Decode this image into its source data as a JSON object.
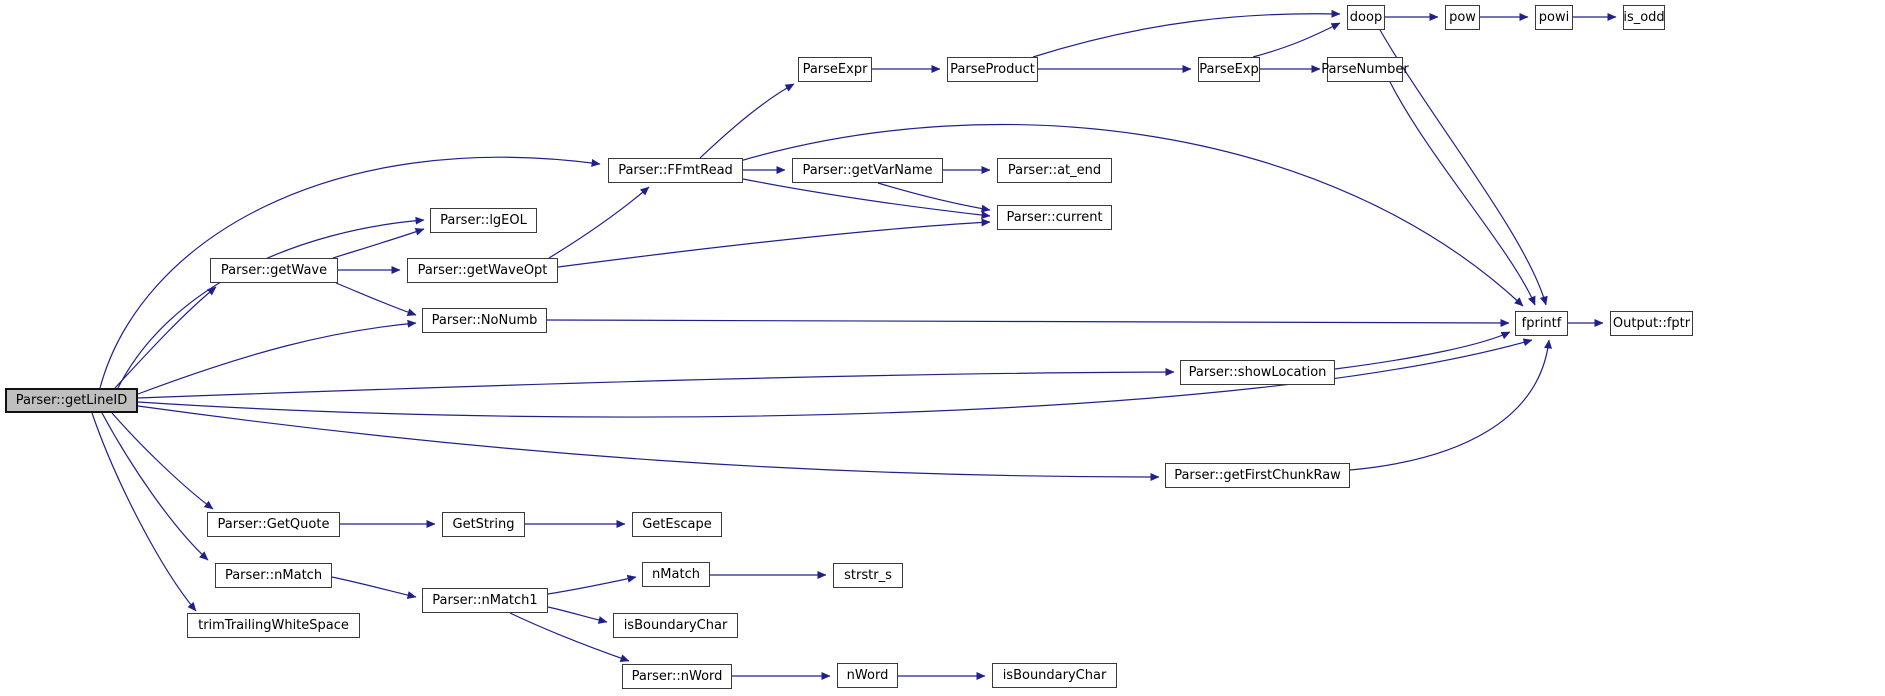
{
  "diagram": {
    "type": "call-graph",
    "root": "Parser::getLineID",
    "colors": {
      "edge": "#20208d",
      "node_border": "#3a3a3a",
      "node_fill": "#ffffff",
      "root_fill": "#bfbfbf",
      "text": "#000000",
      "background": "#ffffff"
    },
    "nodes": [
      {
        "id": "getLineID",
        "label": "Parser::getLineID",
        "root": true
      },
      {
        "id": "FFmtRead",
        "label": "Parser::FFmtRead"
      },
      {
        "id": "ParseExpr",
        "label": "ParseExpr"
      },
      {
        "id": "ParseProduct",
        "label": "ParseProduct"
      },
      {
        "id": "ParseExp",
        "label": "ParseExp"
      },
      {
        "id": "ParseNumber",
        "label": "ParseNumber"
      },
      {
        "id": "doop",
        "label": "doop"
      },
      {
        "id": "pow",
        "label": "pow"
      },
      {
        "id": "powi",
        "label": "powi"
      },
      {
        "id": "is_odd",
        "label": "is_odd"
      },
      {
        "id": "getVarName",
        "label": "Parser::getVarName"
      },
      {
        "id": "at_end",
        "label": "Parser::at_end"
      },
      {
        "id": "current",
        "label": "Parser::current"
      },
      {
        "id": "lgEOL",
        "label": "Parser::lgEOL"
      },
      {
        "id": "getWave",
        "label": "Parser::getWave"
      },
      {
        "id": "getWaveOpt",
        "label": "Parser::getWaveOpt"
      },
      {
        "id": "NoNumb",
        "label": "Parser::NoNumb"
      },
      {
        "id": "fprintf",
        "label": "fprintf"
      },
      {
        "id": "Output_fptr",
        "label": "Output::fptr"
      },
      {
        "id": "showLocation",
        "label": "Parser::showLocation"
      },
      {
        "id": "getFirstChunkRaw",
        "label": "Parser::getFirstChunkRaw"
      },
      {
        "id": "GetQuote",
        "label": "Parser::GetQuote"
      },
      {
        "id": "GetString",
        "label": "GetString"
      },
      {
        "id": "GetEscape",
        "label": "GetEscape"
      },
      {
        "id": "nMatch_parser",
        "label": "Parser::nMatch"
      },
      {
        "id": "nMatch1",
        "label": "Parser::nMatch1"
      },
      {
        "id": "trimTrailingWhiteSpace",
        "label": "trimTrailingWhiteSpace"
      },
      {
        "id": "nMatch",
        "label": "nMatch"
      },
      {
        "id": "strstr_s",
        "label": "strstr_s"
      },
      {
        "id": "isBoundaryChar_1",
        "label": "isBoundaryChar"
      },
      {
        "id": "nWord_parser",
        "label": "Parser::nWord"
      },
      {
        "id": "nWord",
        "label": "nWord"
      },
      {
        "id": "isBoundaryChar_2",
        "label": "isBoundaryChar"
      }
    ],
    "edges": [
      {
        "from": "getLineID",
        "to": "FFmtRead"
      },
      {
        "from": "getLineID",
        "to": "lgEOL"
      },
      {
        "from": "getLineID",
        "to": "getWave"
      },
      {
        "from": "getLineID",
        "to": "NoNumb"
      },
      {
        "from": "getLineID",
        "to": "showLocation"
      },
      {
        "from": "getLineID",
        "to": "fprintf"
      },
      {
        "from": "getLineID",
        "to": "getFirstChunkRaw"
      },
      {
        "from": "getLineID",
        "to": "GetQuote"
      },
      {
        "from": "getLineID",
        "to": "nMatch_parser"
      },
      {
        "from": "getLineID",
        "to": "trimTrailingWhiteSpace"
      },
      {
        "from": "FFmtRead",
        "to": "ParseExpr"
      },
      {
        "from": "FFmtRead",
        "to": "getVarName"
      },
      {
        "from": "FFmtRead",
        "to": "current"
      },
      {
        "from": "FFmtRead",
        "to": "fprintf"
      },
      {
        "from": "ParseExpr",
        "to": "ParseProduct"
      },
      {
        "from": "ParseProduct",
        "to": "ParseExp"
      },
      {
        "from": "ParseProduct",
        "to": "doop"
      },
      {
        "from": "ParseExp",
        "to": "ParseNumber"
      },
      {
        "from": "ParseExp",
        "to": "doop"
      },
      {
        "from": "ParseNumber",
        "to": "fprintf"
      },
      {
        "from": "doop",
        "to": "pow"
      },
      {
        "from": "doop",
        "to": "fprintf"
      },
      {
        "from": "pow",
        "to": "powi"
      },
      {
        "from": "powi",
        "to": "is_odd"
      },
      {
        "from": "getVarName",
        "to": "at_end"
      },
      {
        "from": "getVarName",
        "to": "current"
      },
      {
        "from": "getWave",
        "to": "lgEOL"
      },
      {
        "from": "getWave",
        "to": "getWaveOpt"
      },
      {
        "from": "getWave",
        "to": "NoNumb"
      },
      {
        "from": "getWaveOpt",
        "to": "FFmtRead"
      },
      {
        "from": "getWaveOpt",
        "to": "current"
      },
      {
        "from": "NoNumb",
        "to": "fprintf"
      },
      {
        "from": "showLocation",
        "to": "fprintf"
      },
      {
        "from": "getFirstChunkRaw",
        "to": "fprintf"
      },
      {
        "from": "fprintf",
        "to": "Output_fptr"
      },
      {
        "from": "GetQuote",
        "to": "GetString"
      },
      {
        "from": "GetString",
        "to": "GetEscape"
      },
      {
        "from": "nMatch_parser",
        "to": "nMatch1"
      },
      {
        "from": "nMatch1",
        "to": "nMatch"
      },
      {
        "from": "nMatch1",
        "to": "isBoundaryChar_1"
      },
      {
        "from": "nMatch1",
        "to": "nWord_parser"
      },
      {
        "from": "nMatch",
        "to": "strstr_s"
      },
      {
        "from": "nWord_parser",
        "to": "nWord"
      },
      {
        "from": "nWord",
        "to": "isBoundaryChar_2"
      }
    ]
  }
}
